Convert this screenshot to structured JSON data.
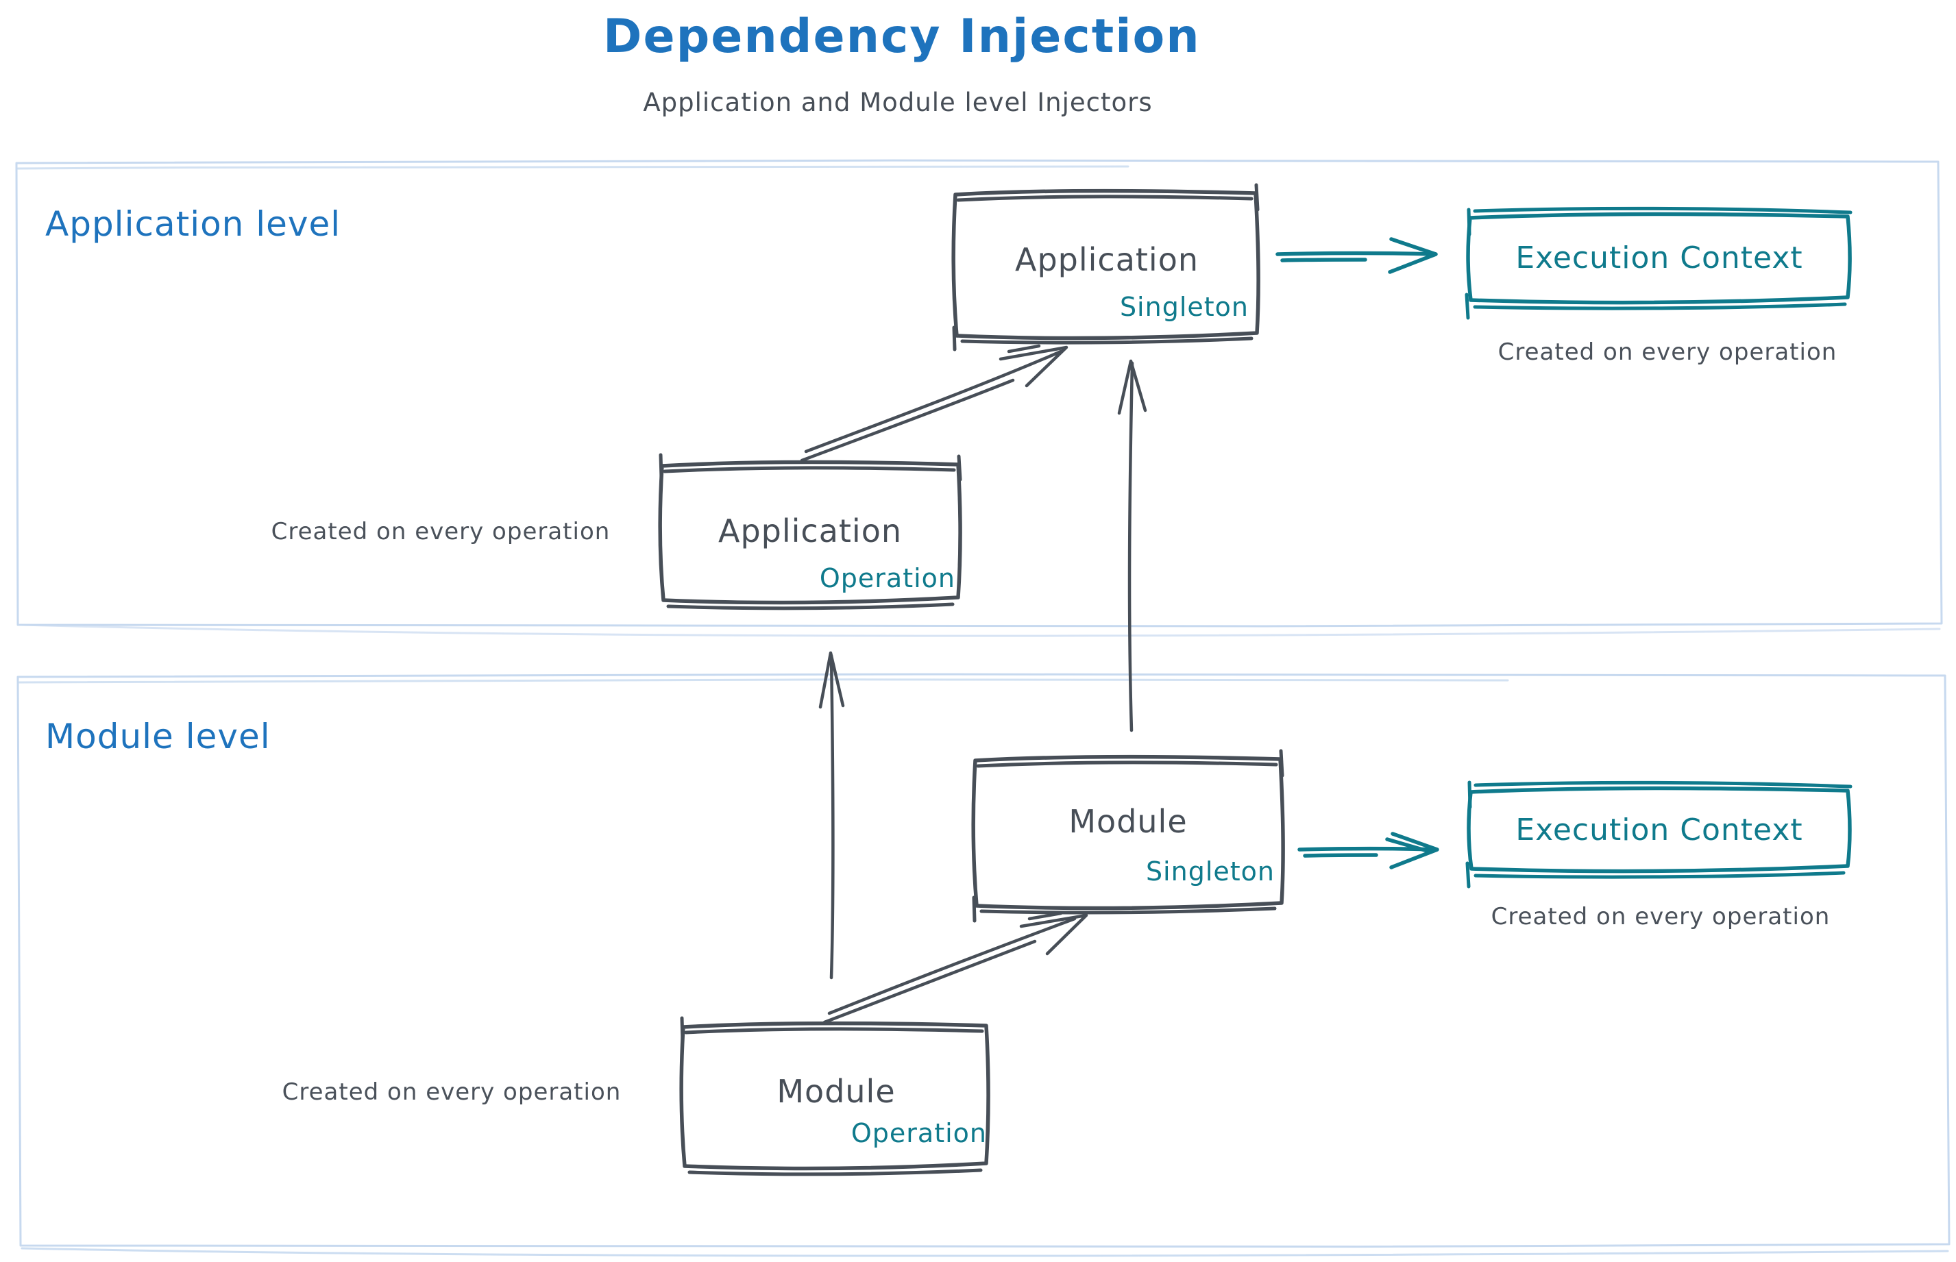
{
  "title": "Dependency Injection",
  "subtitle": "Application and Module level Injectors",
  "colors": {
    "blue": "#1e73bd",
    "teal": "#0f7a8c",
    "dark": "#474e57",
    "gray": "#4a515a",
    "border_light": "#c7d9ef",
    "background": "#ffffff"
  },
  "application_level": {
    "label": "Application level",
    "singleton_box": {
      "name": "Application",
      "scope": "Singleton"
    },
    "operation_box": {
      "name": "Application",
      "scope": "Operation"
    },
    "operation_note": "Created on every operation",
    "execution_context": {
      "label": "Execution Context",
      "note": "Created on every operation"
    }
  },
  "module_level": {
    "label": "Module level",
    "singleton_box": {
      "name": "Module",
      "scope": "Singleton"
    },
    "operation_box": {
      "name": "Module",
      "scope": "Operation"
    },
    "operation_note": "Created on every operation",
    "execution_context": {
      "label": "Execution Context",
      "note": "Created on every operation"
    }
  }
}
